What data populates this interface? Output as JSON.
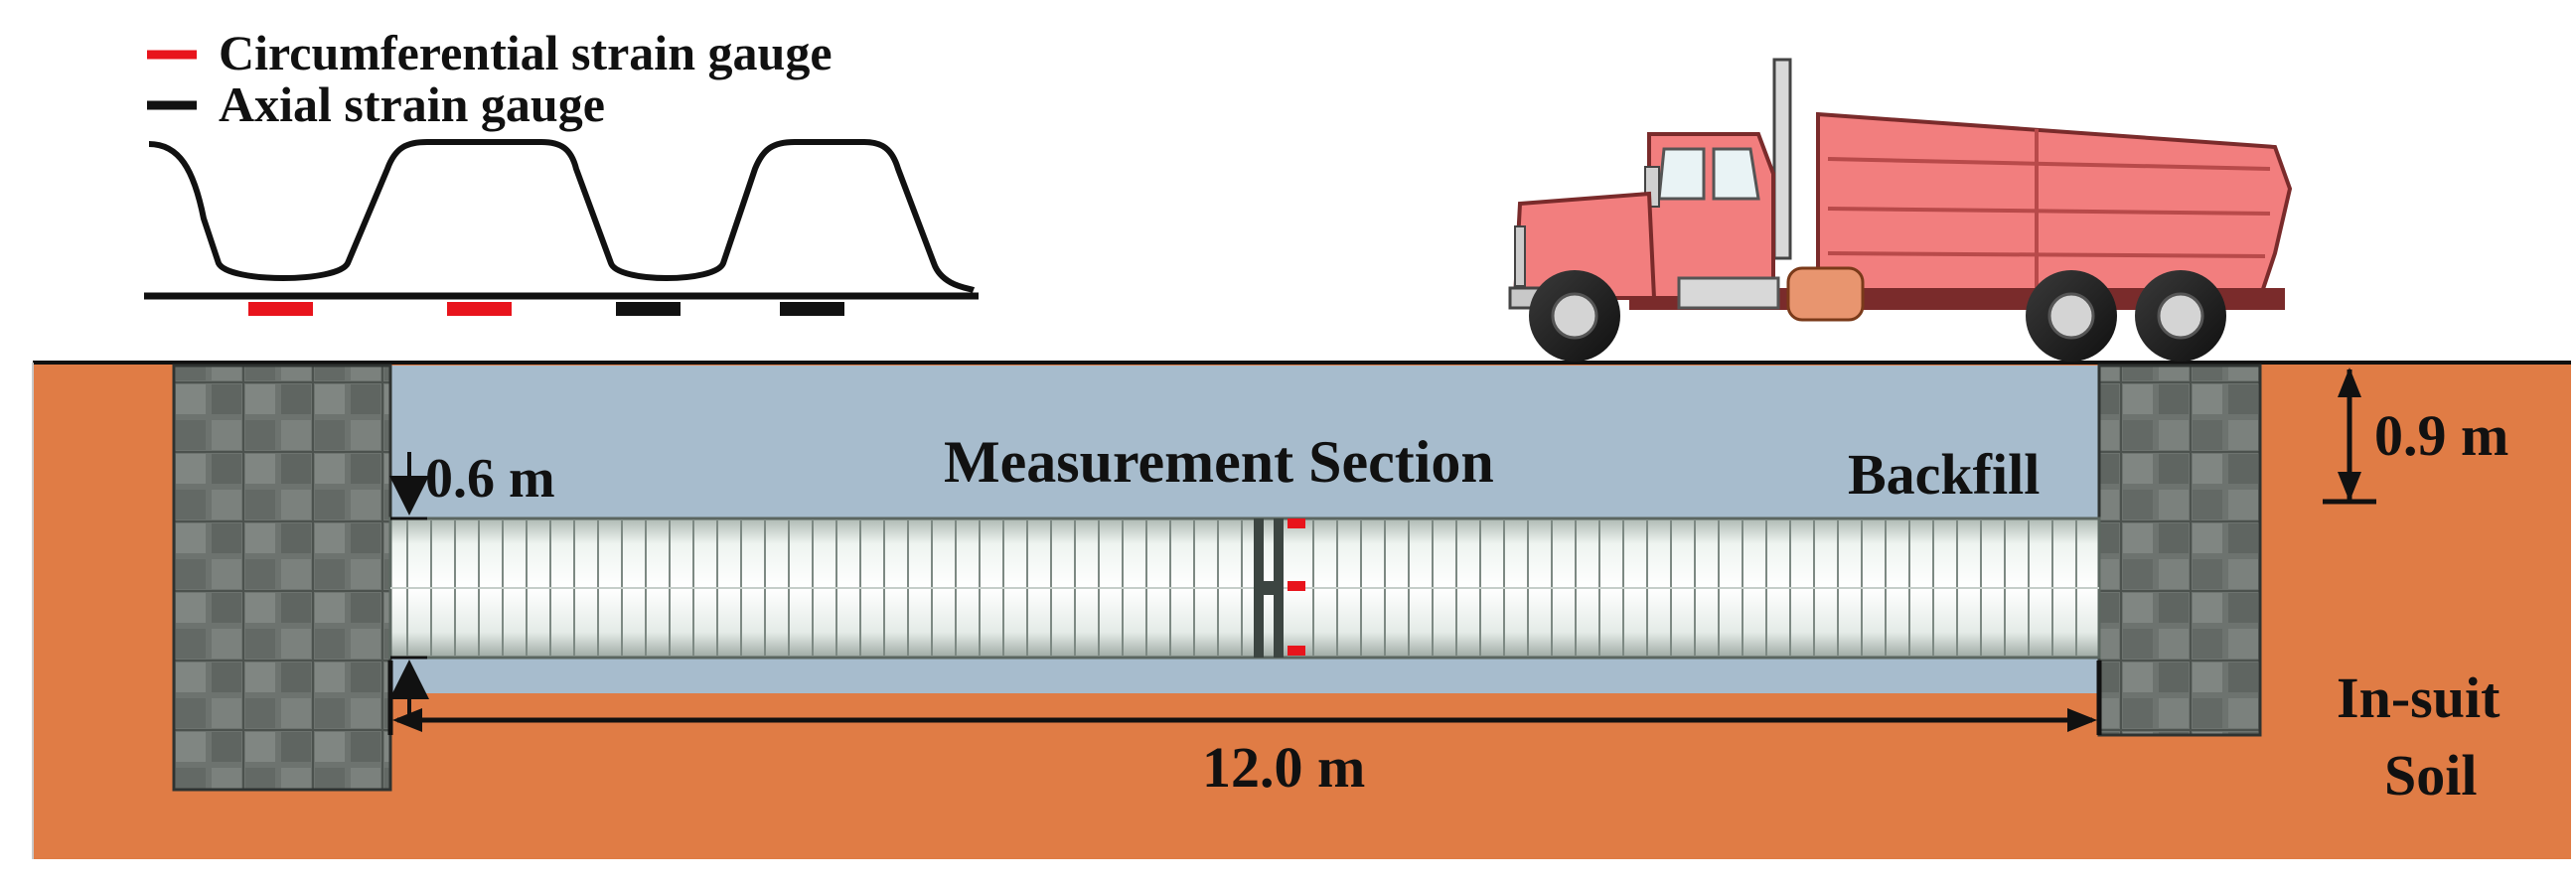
{
  "legend": {
    "items": [
      {
        "label": "Circumferential strain gauge",
        "color": "#e8141c"
      },
      {
        "label": "Axial strain gauge",
        "color": "#111111"
      }
    ]
  },
  "labels": {
    "section": "Measurement Section",
    "backfill": "Backfill",
    "cover_depth": "0.9 m",
    "pipe_diameter": "0.6 m",
    "pipe_length": "12.0 m",
    "soil_line1": "In-suit",
    "soil_line2": "Soil"
  },
  "colors": {
    "soil": "#e07c45",
    "backfill": "#a7bccd",
    "concrete": "#6e7470",
    "pipe": "#e9f0ec",
    "truck_body": "#f27e7e",
    "truck_dark": "#b84a4a",
    "gauge_circumferential": "#e8141c",
    "gauge_axial": "#111111"
  },
  "icons": {
    "truck": "dump-truck-icon",
    "corrugation": "corrugated-profile-icon"
  }
}
